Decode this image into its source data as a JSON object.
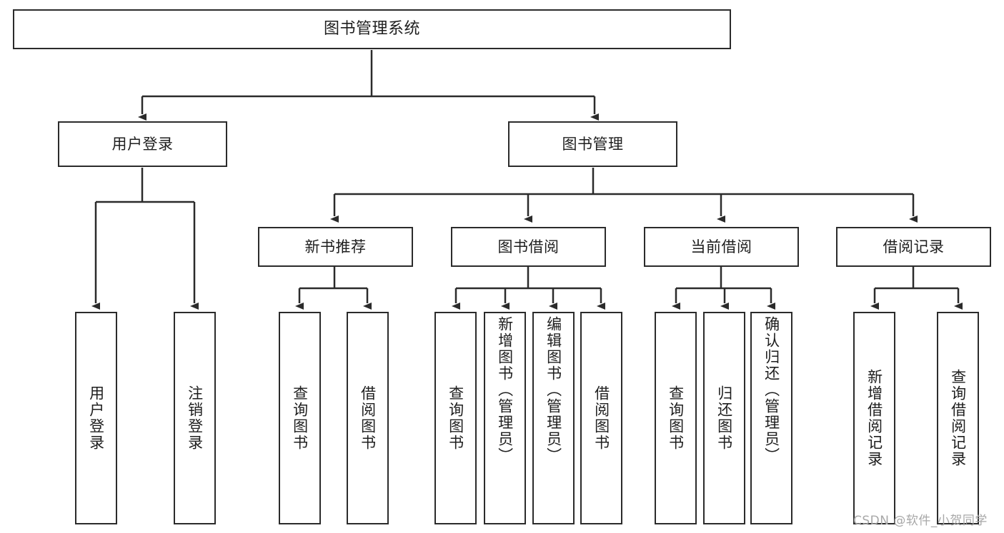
{
  "diagram": {
    "title": "图书管理系统",
    "type": "tree-hierarchy-diagram",
    "root": {
      "id": "root",
      "label": "图书管理系统"
    },
    "level2": [
      {
        "id": "user-login",
        "label": "用户登录"
      },
      {
        "id": "book-management",
        "label": "图书管理"
      }
    ],
    "level3": [
      {
        "id": "new-book-recommend",
        "label": "新书推荐"
      },
      {
        "id": "book-borrow",
        "label": "图书借阅"
      },
      {
        "id": "current-borrow",
        "label": "当前借阅"
      },
      {
        "id": "borrow-record",
        "label": "借阅记录"
      }
    ],
    "leaves": [
      {
        "id": "leaf-user-login",
        "label": "用户登录",
        "parent": "user-login"
      },
      {
        "id": "leaf-logout",
        "label": "注销登录",
        "parent": "user-login"
      },
      {
        "id": "leaf-query-book-1",
        "label": "查询图书",
        "parent": "new-book-recommend"
      },
      {
        "id": "leaf-borrow-book-1",
        "label": "借阅图书",
        "parent": "new-book-recommend"
      },
      {
        "id": "leaf-query-book-2",
        "label": "查询图书",
        "parent": "book-borrow"
      },
      {
        "id": "leaf-add-book",
        "label": "新增图书（管理员）",
        "parent": "book-borrow"
      },
      {
        "id": "leaf-edit-book",
        "label": "编辑图书（管理员）",
        "parent": "book-borrow"
      },
      {
        "id": "leaf-borrow-book-2",
        "label": "借阅图书",
        "parent": "book-borrow"
      },
      {
        "id": "leaf-query-book-3",
        "label": "查询图书",
        "parent": "current-borrow"
      },
      {
        "id": "leaf-return-book",
        "label": "归还图书",
        "parent": "current-borrow"
      },
      {
        "id": "leaf-confirm-return",
        "label": "确认归还（管理员）",
        "parent": "current-borrow"
      },
      {
        "id": "leaf-add-record",
        "label": "新增借阅记录",
        "parent": "borrow-record"
      },
      {
        "id": "leaf-query-record",
        "label": "查询借阅记录",
        "parent": "borrow-record"
      }
    ],
    "watermark": "CSDN @软件_小贺同学",
    "colors": {
      "stroke": "#2b2b2b",
      "fill": "#ffffff",
      "text": "#1e1e1e",
      "watermark": "#a8a8a8"
    }
  }
}
